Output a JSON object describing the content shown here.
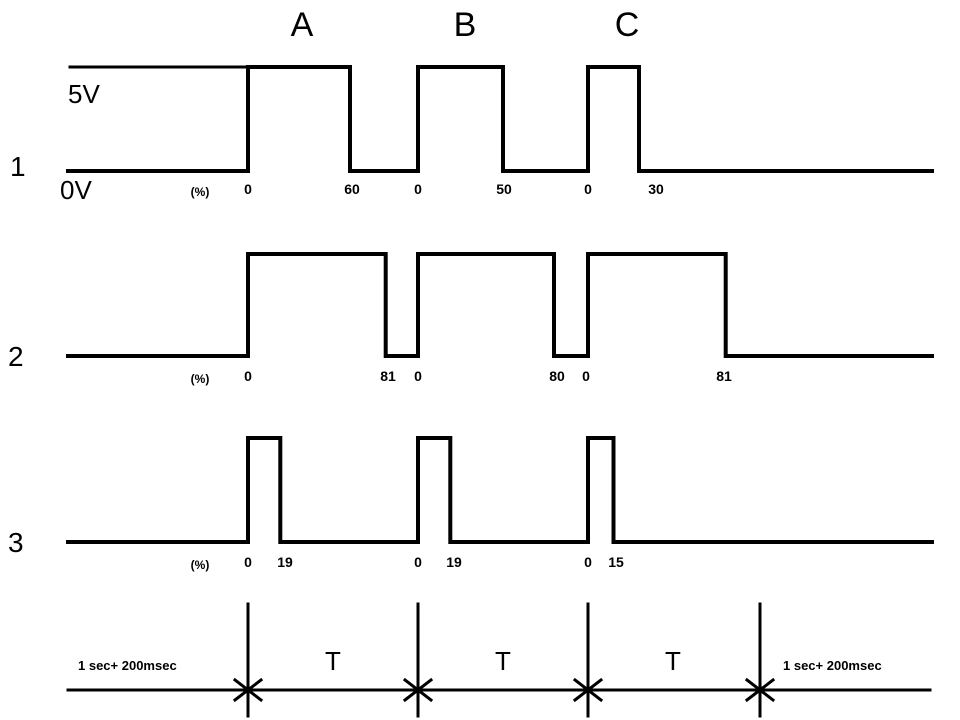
{
  "columns": [
    "A",
    "B",
    "C"
  ],
  "voltage_labels": {
    "high": "5V",
    "low": "0V"
  },
  "rows": [
    {
      "label": "1",
      "unit": "(%)",
      "pulse_pct": [
        60,
        50,
        30
      ],
      "marks": [
        "0",
        "60",
        "0",
        "50",
        "0",
        "30"
      ]
    },
    {
      "label": "2",
      "unit": "(%)",
      "pulse_pct": [
        81,
        80,
        81
      ],
      "marks": [
        "0",
        "81",
        "0",
        "80",
        "0",
        "81"
      ]
    },
    {
      "label": "3",
      "unit": "(%)",
      "pulse_pct": [
        19,
        19,
        15
      ],
      "marks": [
        "0",
        "19",
        "0",
        "19",
        "0",
        "15"
      ]
    }
  ],
  "timeline": {
    "period_labels": [
      "T",
      "T",
      "T"
    ],
    "left_label": "1 sec+ 200msec",
    "right_label": "1 sec+ 200msec"
  }
}
